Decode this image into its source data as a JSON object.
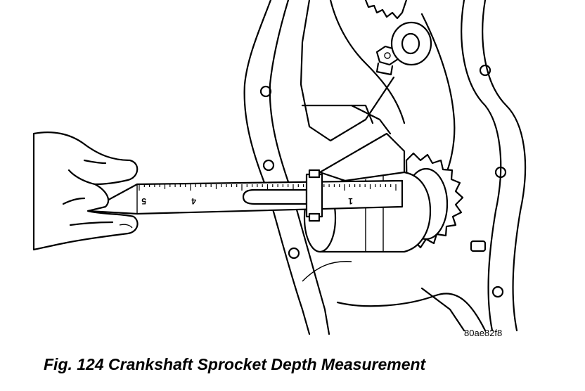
{
  "figure": {
    "caption": "Fig. 124 Crankshaft Sprocket Depth Measurement",
    "image_code": "80ae82f8"
  },
  "scale": {
    "numbers": [
      "5",
      "4",
      "1"
    ]
  }
}
